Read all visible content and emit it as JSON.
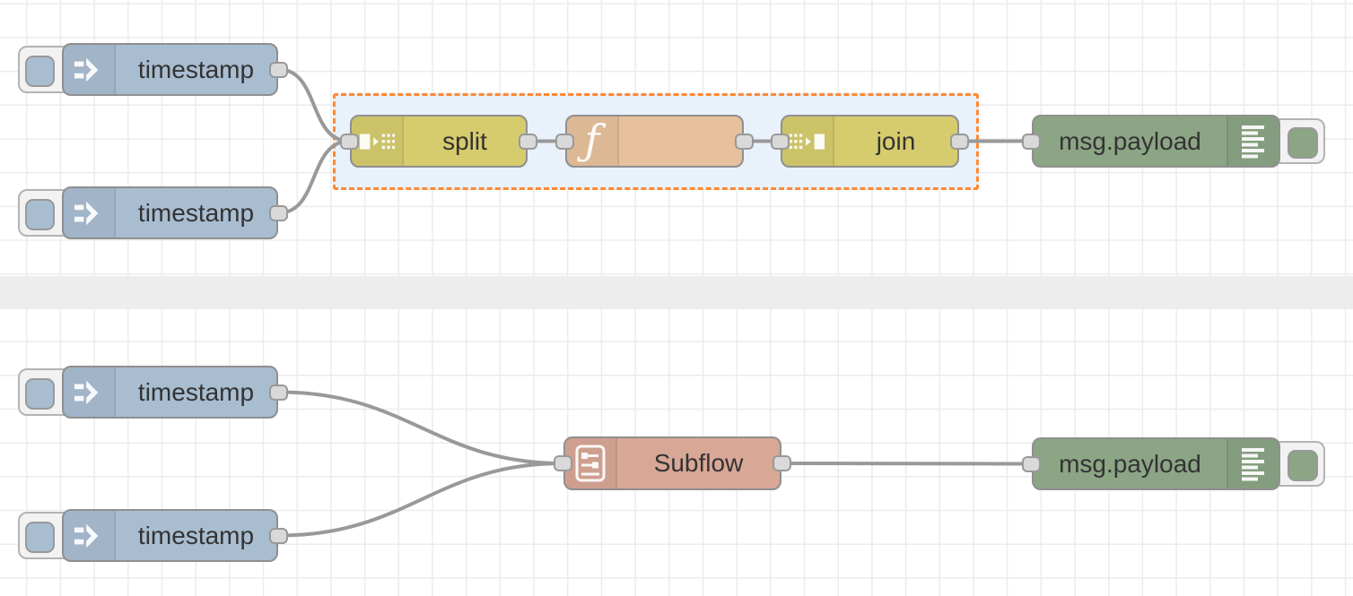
{
  "editor": {
    "name": "Node-RED flow editor canvas",
    "description": "Two flows: selected split/function/join group (top) and equivalent Subflow node (bottom), separated by a divider band"
  },
  "colors": {
    "canvasBg": "#ffffff",
    "gridLine": "#ececec",
    "divider": "#ededed",
    "selectionBorder": "#ff8833",
    "selectionFill": "#e9f1fb",
    "wire": "#999999",
    "nodeBorder": "#8f8f8f",
    "portFill": "#d9d9d9",
    "portBorder": "#999999",
    "injectFill": "#a9bdd1",
    "splitJoinFill": "#d6cc6e",
    "functionFill": "#e6c19c",
    "debugFill": "#8ca585",
    "subflowFill": "#d8a796"
  },
  "nodes": [
    {
      "id": "inject-1",
      "type": "inject",
      "label": "timestamp"
    },
    {
      "id": "inject-2",
      "type": "inject",
      "label": "timestamp"
    },
    {
      "id": "split-1",
      "type": "split",
      "label": "split"
    },
    {
      "id": "function-1",
      "type": "function",
      "label": ""
    },
    {
      "id": "join-1",
      "type": "join",
      "label": "join"
    },
    {
      "id": "debug-1",
      "type": "debug",
      "label": "msg.payload"
    },
    {
      "id": "inject-3",
      "type": "inject",
      "label": "timestamp"
    },
    {
      "id": "inject-4",
      "type": "inject",
      "label": "timestamp"
    },
    {
      "id": "subflow-1",
      "type": "subflow",
      "label": "Subflow"
    },
    {
      "id": "debug-2",
      "type": "debug",
      "label": "msg.payload"
    }
  ],
  "connections": [
    {
      "from": "inject-1",
      "to": "split-1"
    },
    {
      "from": "inject-2",
      "to": "split-1"
    },
    {
      "from": "split-1",
      "to": "function-1"
    },
    {
      "from": "function-1",
      "to": "join-1"
    },
    {
      "from": "join-1",
      "to": "debug-1"
    },
    {
      "from": "inject-3",
      "to": "subflow-1"
    },
    {
      "from": "inject-4",
      "to": "subflow-1"
    },
    {
      "from": "subflow-1",
      "to": "debug-2"
    }
  ],
  "selection": {
    "contains": [
      "split-1",
      "function-1",
      "join-1"
    ]
  }
}
